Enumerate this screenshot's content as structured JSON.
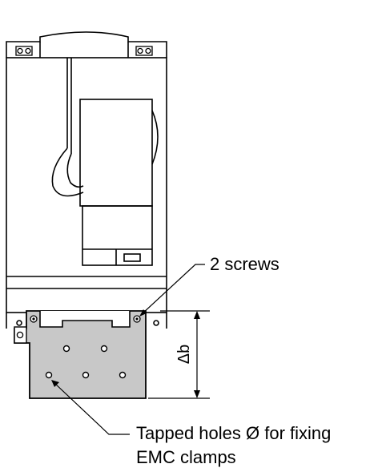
{
  "callouts": {
    "screws": "2 screws",
    "holes_line1": "Tapped holes Ø for fixing",
    "holes_line2": "EMC clamps"
  },
  "dimension": {
    "label": "Δb"
  },
  "colors": {
    "line": "#000000",
    "plate_fill": "#c8c8c8",
    "background": "#ffffff"
  }
}
